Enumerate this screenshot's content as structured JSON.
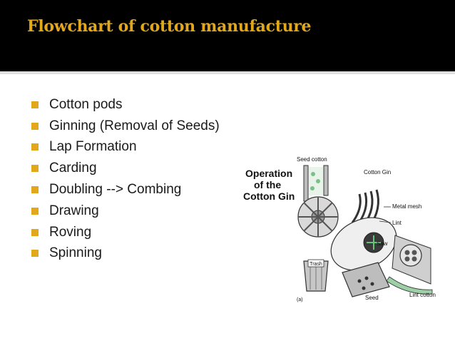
{
  "slide": {
    "title": "Flowchart of cotton manufacture",
    "bullets": [
      "Cotton pods",
      "Ginning (Removal of Seeds)",
      "Lap Formation",
      "Carding",
      "Doubling --> Combing",
      "Drawing",
      "Roving",
      "Spinning"
    ]
  },
  "figure": {
    "heading_lines": [
      "Operation",
      "of the",
      "Cotton Gin"
    ],
    "labels": {
      "seed_cotton": "Seed cotton",
      "cotton_gin": "Cotton Gin",
      "metal_mesh": "Metal mesh",
      "lint": "Lint",
      "saw": "Saw",
      "trash": "Trash",
      "seed": "Seed",
      "lint_cotton": "Lint cotton",
      "panel": "(a)"
    }
  },
  "colors": {
    "header_bg": "#000000",
    "title": "#e2a71b",
    "bullet_marker": "#e2a71b",
    "text": "#1a1a1a"
  }
}
